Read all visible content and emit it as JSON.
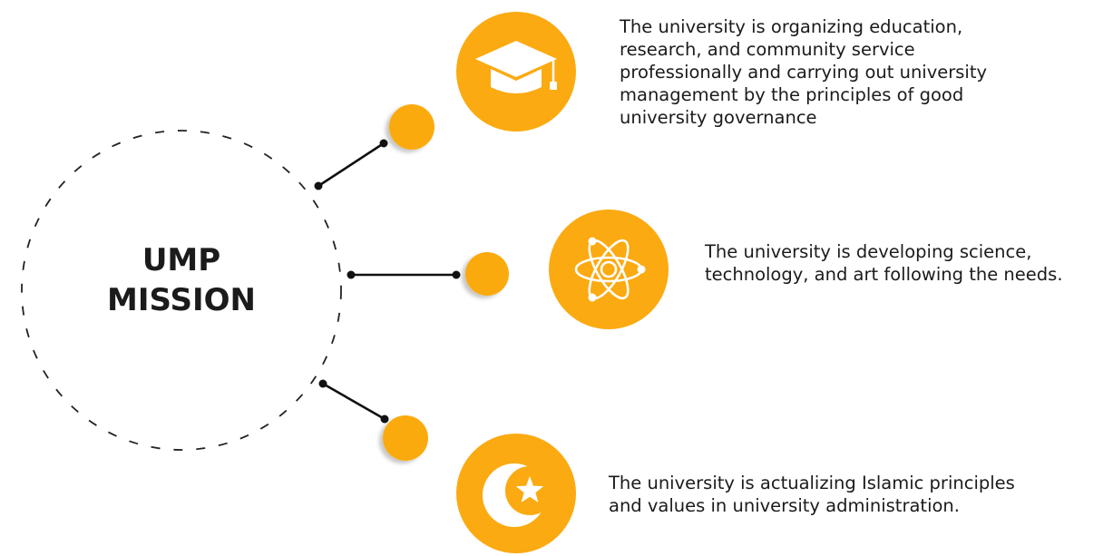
{
  "title_lines": [
    "UMP",
    "MISSION"
  ],
  "accent_color": "#fbaa11",
  "missions": [
    {
      "icon": "graduation-cap-icon",
      "text_lines": [
        "The university is organizing education,",
        "research, and community service",
        "professionally and carrying out university",
        "management by the principles of good",
        "university governance"
      ]
    },
    {
      "icon": "atom-icon",
      "text_lines": [
        "The university is developing science,",
        "technology, and art following the needs."
      ]
    },
    {
      "icon": "crescent-star-icon",
      "text_lines": [
        "The university is actualizing Islamic principles",
        "and values in university administration."
      ]
    }
  ]
}
